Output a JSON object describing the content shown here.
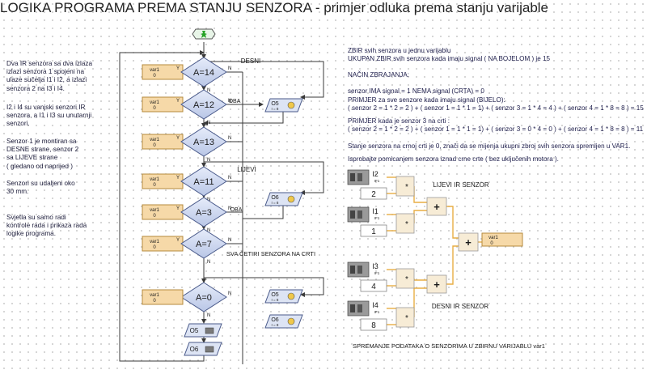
{
  "title": "LOGIKA PROGRAMA PREMA STANJU SENZORA - primjer odluka prema stanju varijable",
  "left_notes": [
    "Dva IR senzora sa dva izlaza\nizlazi senzora 1 spojeni na\nulaze sučelja I1 i I2, a izlazi\nsenzora 2 na I3 i I4.",
    "I2 i I4 su vanjski senzori IR\nsenzora, a I1 i I3 su unutarnji\nsenzori.",
    "Senzor 1 je montiran sa\nDESNE strane, senzor 2\nsa LIJEVE strane\n ( gledano od naprijed )",
    "Senzori su udaljeni oko\n30 mm.",
    "Svjetla su samo radi\nkontrole rada i prikaza rada\nlogike programa."
  ],
  "right_notes": {
    "l1": "ZBIR svih senzora u jednu varijablu",
    "l2": "UKUPAN ZBIR svih senzora kada imaju signal ( NA BOJELOM ) je 15",
    "l3": "NAČIN ZBRAJANJA:",
    "l4": "senzor IMA signal = 1    NEMA signal (CRTA) = 0",
    "l5": "PRIMJER za sve senzore kada imaju signal (BIJELO):",
    "l6": "( senzor 2 = 1 * 2 = 2 ) + ( senzor 1 = 1 * 1 = 1) + ( senzor 3 = 1 * 4 = 4 ) + ( senzor 4 = 1 * 8 = 8 )  = 15",
    "l7": "PRIMJER kada je senzor 3 na crti :",
    "l8": "( senzor 2 = 1 * 2 = 2 ) + ( senzor 1 = 1 * 1 = 1) + ( senzor 3 = 0 * 4 = 0 ) + ( senzor 4 = 1 * 8 = 8 )  = 11",
    "l9": "Stanje senzora na crnoj crti je 0, znači da se mijenja ukupni zbroj svih senzora spremljen u VAR1.",
    "l10": "Isprobajte pomicanjem senzora iznad crne crte ( bez uključenih motora )."
  },
  "flow": {
    "decisions": [
      "A=14",
      "A=12",
      "A=13",
      "A=11",
      "A=3",
      "A=7",
      "A=0"
    ],
    "var_block": {
      "name": "var1",
      "value": "0"
    },
    "labels": {
      "desni": "DESNI",
      "oba1": "OBA",
      "lijevi": "LIJEVI",
      "oba2": "OBA",
      "sva": "SVA ČETIRI SENZORA NA CRTI"
    },
    "outputs": {
      "o5": "O5",
      "o6": "O6",
      "sub": "I = 8"
    },
    "yes": "Y",
    "no": "N"
  },
  "summing": {
    "inputs": [
      {
        "label": "I2",
        "sub": "IF1",
        "const": "2"
      },
      {
        "label": "I1",
        "sub": "IF1",
        "const": "1"
      },
      {
        "label": "I3",
        "sub": "IF1",
        "const": "4"
      },
      {
        "label": "I4",
        "sub": "IF1",
        "const": "8"
      }
    ],
    "mul": "*",
    "plus": "+",
    "lijevi_label": "LIJEVI IR SENZOR",
    "desni_label": "DESNI IR SENZOR",
    "result": {
      "name": "var1",
      "value": "0"
    },
    "caption": "SPREMANJE PODATAKA O SENZORIMA U ZBIRNU VARIJABLU var1"
  },
  "colors": {
    "diamond": "#cfd8f0",
    "var": "#f6d9a8",
    "line": "#3a3a3a",
    "green": "#27a327",
    "sum": "#e8ad44"
  }
}
